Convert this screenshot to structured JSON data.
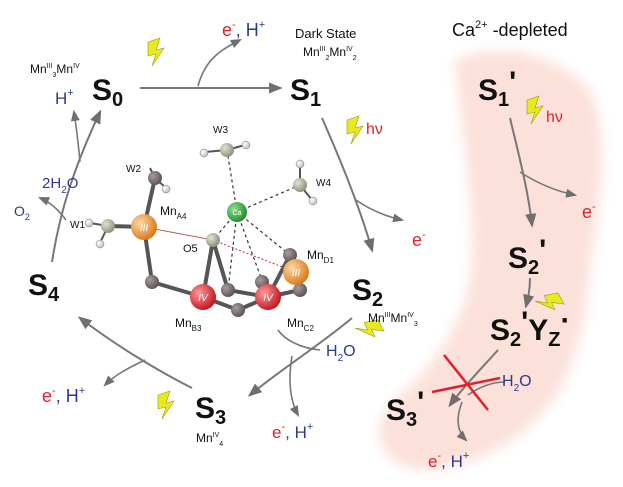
{
  "colors": {
    "arrow": "#7b7b7b",
    "red_text": "#e0202a",
    "blue_text": "#2c3a91",
    "black_text": "#111111",
    "depleted_bg": "#fbe2db",
    "flash": "#e8ea1f",
    "mn_orange": "#e58a2a",
    "mn_red": "#d8232a",
    "ca_green": "#2a9a3a",
    "o_grey": "#9a9a86",
    "c_dark": "#6b6060"
  },
  "states": {
    "s0": {
      "base": "S",
      "sub": "0"
    },
    "s1": {
      "base": "S",
      "sub": "1"
    },
    "s2": {
      "base": "S",
      "sub": "2"
    },
    "s3": {
      "base": "S",
      "sub": "3"
    },
    "s4": {
      "base": "S",
      "sub": "4"
    }
  },
  "labels": {
    "dark_state": "Dark State",
    "e": "e",
    "minus": "-",
    "comma_h": ", H",
    "plus": "+",
    "h": "H",
    "water_2h2o": "2H",
    "water_2": "2",
    "water_o": "O",
    "o2": "O",
    "o2_sub": "2",
    "h2o_h": "H",
    "h2o_2": "2",
    "h2o_o": "O",
    "hv": "hν"
  },
  "oxidation": {
    "s0": {
      "a": "Mn",
      "a_sup": "III",
      "a_sub": "3",
      "b": "Mn",
      "b_sup": "IV"
    },
    "s1": {
      "a": "Mn",
      "a_sup": "III",
      "a_sub": "2",
      "b": "Mn",
      "b_sup": "IV",
      "b_sub": "2"
    },
    "s2": {
      "a": "Mn",
      "a_sup": "III",
      "b": "Mn",
      "b_sup": "IV",
      "b_sub": "3"
    },
    "s3": {
      "a": "Mn",
      "a_sup": "IV",
      "a_sub": "4"
    }
  },
  "cluster": {
    "w1": "W1",
    "w2": "W2",
    "w3": "W3",
    "w4": "W4",
    "o5": "O5",
    "ca": "Ca",
    "mn_a4": "Mn",
    "mn_a4_sub": "A4",
    "mn_b3": "Mn",
    "mn_b3_sub": "B3",
    "mn_c2": "Mn",
    "mn_c2_sub": "C2",
    "mn_d1": "Mn",
    "mn_d1_sub": "D1",
    "ox_a4": "III",
    "ox_b3": "IV",
    "ox_c2": "IV",
    "ox_d1": "III"
  },
  "depleted": {
    "title_ca": "Ca",
    "title_sup": "2+",
    "title_rest": " -depleted",
    "s1p": {
      "base": "S",
      "sub": "1",
      "prime": "'"
    },
    "s2p": {
      "base": "S",
      "sub": "2",
      "prime": "'"
    },
    "s2py": {
      "base": "S",
      "sub": "2",
      "prime": "'",
      "y": "Y",
      "ysub": "Z",
      "dot": "·"
    },
    "s3p": {
      "base": "S",
      "sub": "3",
      "prime": "'"
    }
  }
}
